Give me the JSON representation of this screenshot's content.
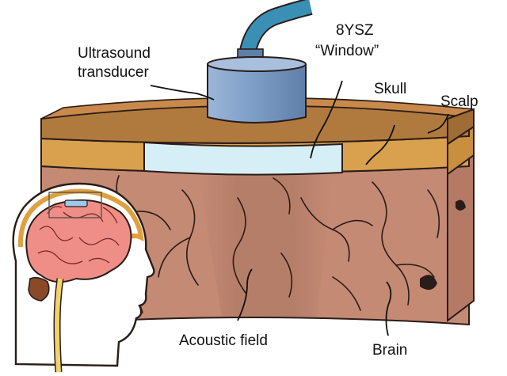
{
  "labels": {
    "transducer_line1": "Ultrasound",
    "transducer_line2": "transducer",
    "window_line1": "8YSZ",
    "window_line2": "“Window”",
    "skull": "Skull",
    "scalp": "Scalp",
    "acoustic_field": "Acoustic field",
    "brain": "Brain"
  },
  "colors": {
    "scalp": "#b07a3e",
    "skull": "#d9a14e",
    "window": "#d6eef5",
    "brain_tissue": "#c48a74",
    "acoustic_field": "#a9745f",
    "transducer": "#7f9fc8",
    "cable": "#3a8fb5",
    "brain_head": "#ef8e86"
  }
}
